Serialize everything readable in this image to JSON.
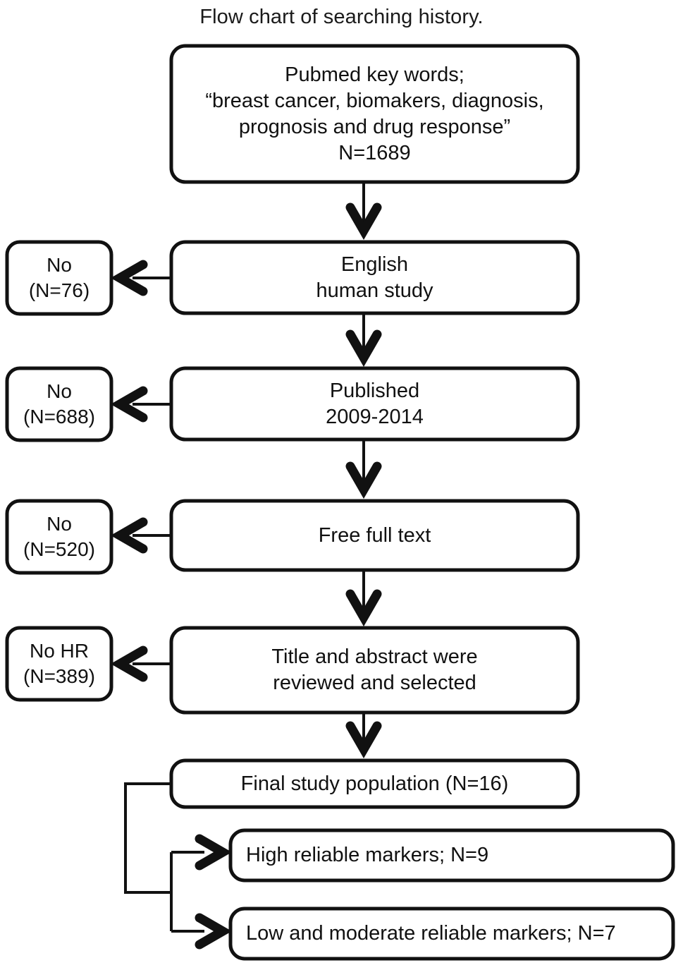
{
  "figure": {
    "title": "Flow chart of searching history.",
    "type": "flowchart",
    "background_color": "#ffffff",
    "stroke_color": "#111111",
    "text_color": "#111111"
  },
  "nodes": {
    "source": {
      "label": "Pubmed key words;\n“breast cancer, biomakers, diagnosis,\nprognosis and drug response”\nN=1689",
      "count": "N=1689"
    },
    "step_english": {
      "label": "English\nhuman study"
    },
    "step_published": {
      "label": "Published\n2009-2014"
    },
    "step_freetext": {
      "label": "Free full text"
    },
    "step_title_abstract": {
      "label": "Title and abstract were\nreviewed and selected"
    },
    "final_population": {
      "label": "Final study population (N=16)",
      "count": "N=16"
    },
    "branch_high": {
      "label": "High reliable markers; N=9",
      "count": "N=9"
    },
    "branch_low": {
      "label": "Low and moderate reliable markers; N=7",
      "count": "N=7"
    }
  },
  "exclusions": [
    {
      "id": "excl_language",
      "label": "No\n(N=76)",
      "count": "N=76"
    },
    {
      "id": "excl_year",
      "label": "No\n(N=688)",
      "count": "N=688"
    },
    {
      "id": "excl_fulltext",
      "label": "No\n(N=520)",
      "count": "N=520"
    },
    {
      "id": "excl_hr",
      "label": "No HR\n(N=389)",
      "count": "N=389"
    }
  ],
  "chart_data": {
    "type": "diagram",
    "title": "Flow chart of searching history.",
    "stages": [
      {
        "name": "Pubmed key words; “breast cancer, biomakers, diagnosis, prognosis and drug response”",
        "n": 1689
      },
      {
        "name": "English human study",
        "excluded_label": "No",
        "excluded_n": 76
      },
      {
        "name": "Published 2009-2014",
        "excluded_label": "No",
        "excluded_n": 688
      },
      {
        "name": "Free full text",
        "excluded_label": "No",
        "excluded_n": 520
      },
      {
        "name": "Title and abstract were reviewed and selected",
        "excluded_label": "No HR",
        "excluded_n": 389
      },
      {
        "name": "Final study population",
        "n": 16
      }
    ],
    "branches": [
      {
        "name": "High reliable markers",
        "n": 9
      },
      {
        "name": "Low and moderate reliable markers",
        "n": 7
      }
    ]
  }
}
